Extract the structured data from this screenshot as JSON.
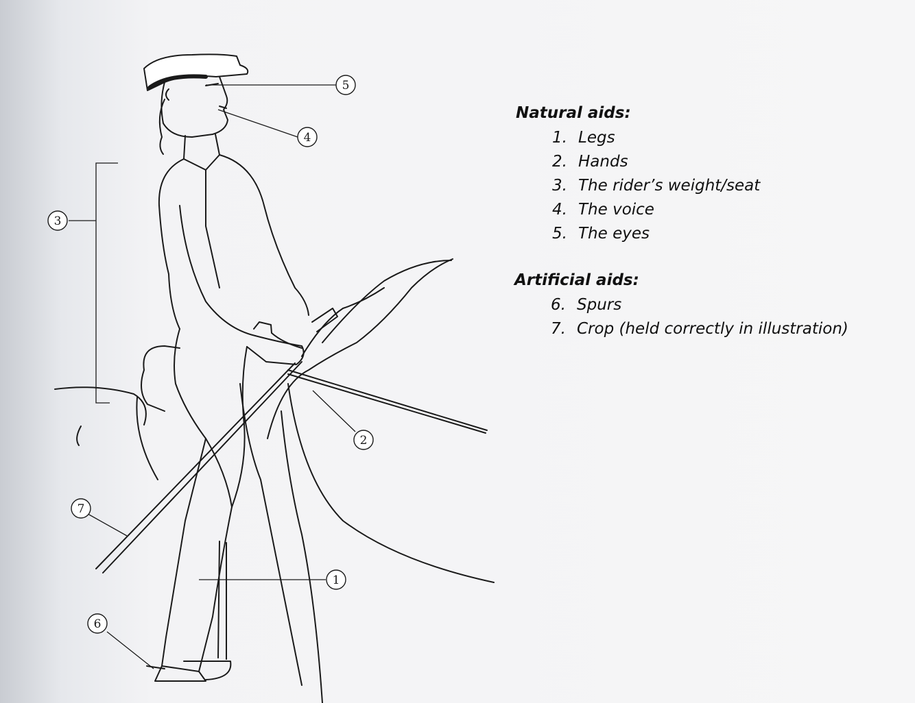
{
  "callouts": [
    "5",
    "4",
    "3",
    "2",
    "7",
    "1",
    "6"
  ],
  "legend": {
    "natural": {
      "heading": "Natural aids:",
      "items": [
        {
          "num": "1.",
          "label": "Legs"
        },
        {
          "num": "2.",
          "label": "Hands"
        },
        {
          "num": "3.",
          "label": "The rider’s weight/seat"
        },
        {
          "num": "4.",
          "label": "The voice"
        },
        {
          "num": "5.",
          "label": "The eyes"
        }
      ]
    },
    "artificial": {
      "heading": "Artificial aids:",
      "items": [
        {
          "num": "6.",
          "label": "Spurs"
        },
        {
          "num": "7.",
          "label": "Crop (held correctly in illustration)"
        }
      ]
    }
  },
  "colors": {
    "ink": "#111111",
    "paper": "#f4f4f6"
  }
}
